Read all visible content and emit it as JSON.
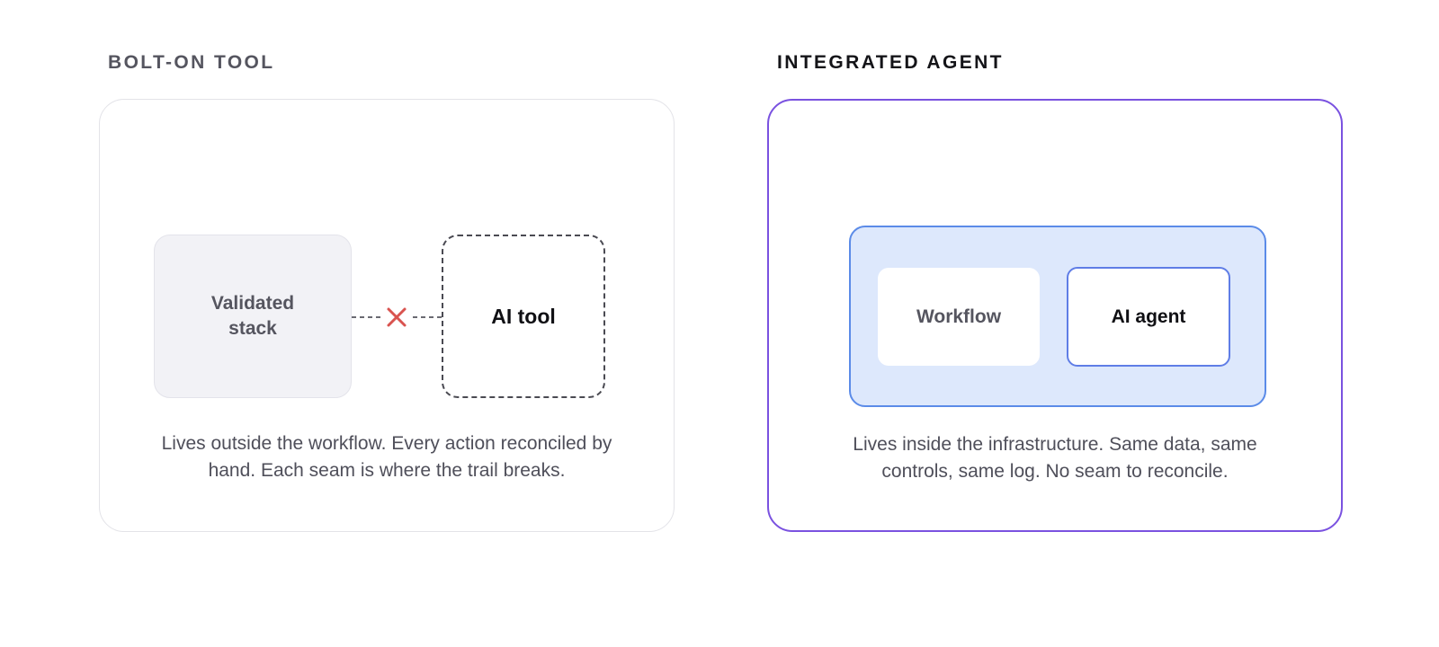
{
  "left": {
    "heading": "BOLT-ON TOOL",
    "validated_stack": "Validated stack",
    "ai_tool": "AI tool",
    "description": "Lives outside the workflow. Every action reconciled by hand. Each seam is where the trail breaks.",
    "connector_icon": "broken-link-x-icon"
  },
  "right": {
    "heading": "INTEGRATED AGENT",
    "workflow": "Workflow",
    "ai_agent": "AI agent",
    "description": "Lives inside the infrastructure. Same data, same controls, same log. No seam to reconcile."
  },
  "colors": {
    "accent_purple": "#7a52e0",
    "container_blue": "#dde8fc",
    "container_border": "#5b8be8",
    "break_red": "#d9534f",
    "muted_box": "#f2f2f6"
  }
}
